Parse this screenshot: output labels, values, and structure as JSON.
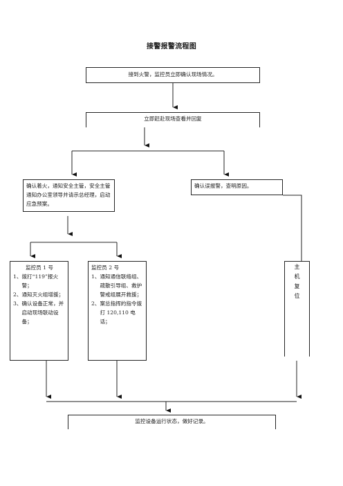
{
  "title": "接警报警流程图",
  "step_receive": "接到火警，监控员立即确认现场情况。",
  "step_verify": "立即赶赴现场查看并回复",
  "branch_fire": "确认着火，通知安全主管，安全主管通知办公室领导并请示总经理，启动应急预案。",
  "branch_false": "确认误报警，查明原因。",
  "monitor1": {
    "header": "监控员 1 号",
    "items": [
      {
        "num": "1、",
        "text": "拨打“119”报火警；"
      },
      {
        "num": "2、",
        "text": "通知灭火组增援；"
      },
      {
        "num": "3、",
        "text": "确认设备正常，并启动现场联动设备；"
      }
    ]
  },
  "monitor2": {
    "header": "监控员 2 号",
    "items": [
      {
        "num": "1、",
        "text": "通知通信联络组、疏散引导组、救护警戒组展开救援；"
      },
      {
        "num": "2、",
        "text": "案总指挥的指令拨打 120,110 电话；"
      }
    ]
  },
  "host_reset": "主机复位",
  "step_final": "监控设备运行状态，做好记录。"
}
